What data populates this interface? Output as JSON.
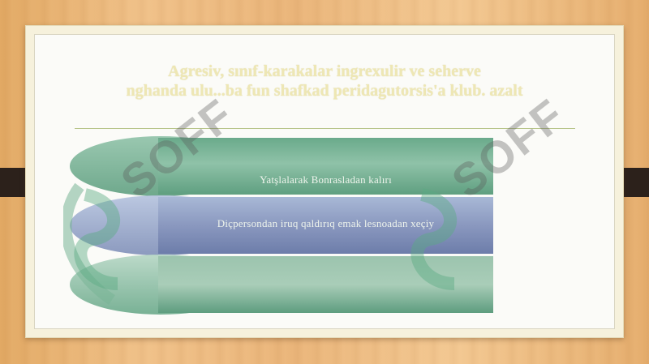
{
  "slide": {
    "title": "Agresiv, sınıf-karakalar ingrexulir ve seherve\nnghanda ulu...ba fun shafkad peridagutorsis'a klub. azalt",
    "bullets": [
      "Yatşlalarak Bonrasladan kalırı",
      "Diçpersondan iruq qaldırıq emak lesnoadan xeçiy"
    ],
    "third_bullet": ""
  },
  "watermark": {
    "text": "SOFF"
  },
  "colors": {
    "wood": "#eab57a",
    "band_green": "#7ab598",
    "band_blue": "#8a98bf",
    "band_mint": "#9cc4ae",
    "tab_dark": "#2c211b"
  }
}
